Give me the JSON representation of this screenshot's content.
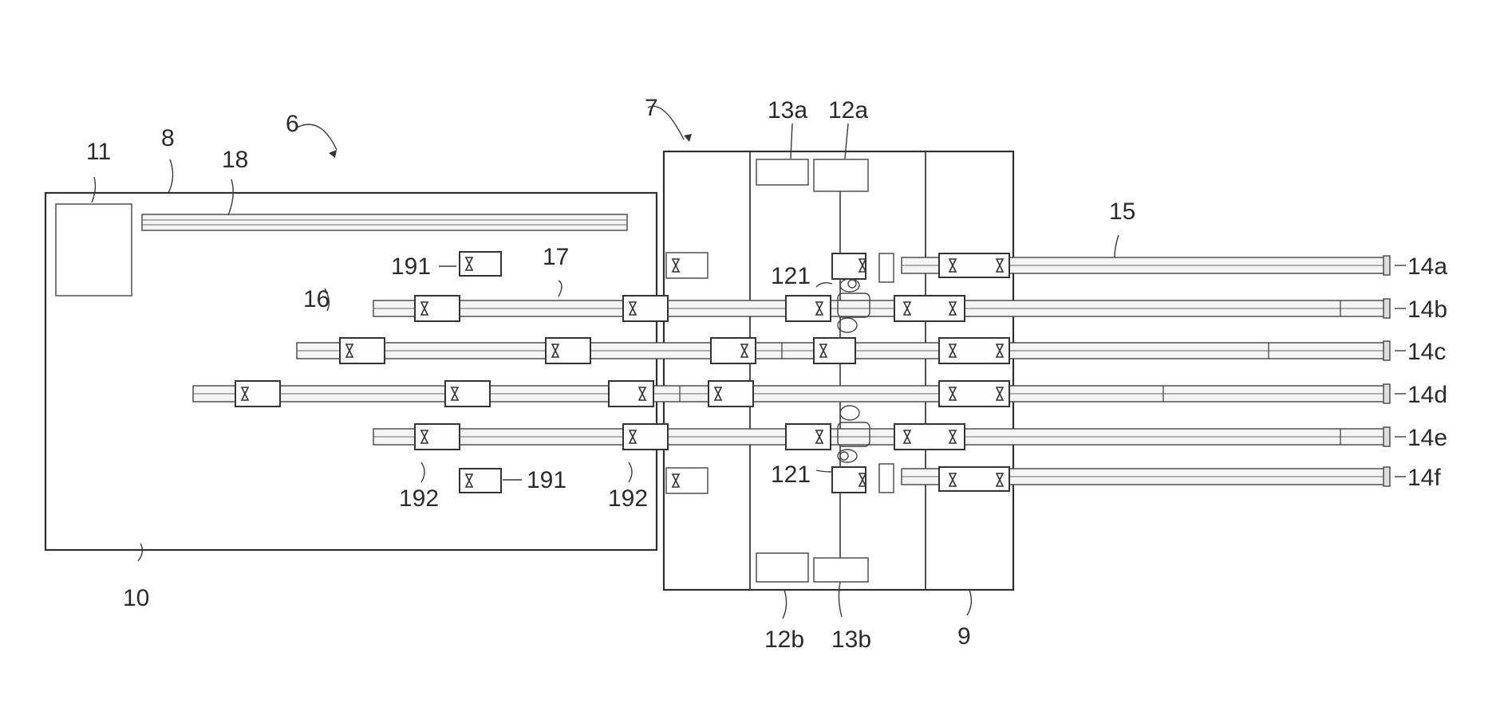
{
  "labels": {
    "l6": "6",
    "l7": "7",
    "l8": "8",
    "l9": "9",
    "l10": "10",
    "l11": "11",
    "l12a": "12a",
    "l12b": "12b",
    "l13a": "13a",
    "l13b": "13b",
    "l14a": "14a",
    "l14b": "14b",
    "l14c": "14c",
    "l14d": "14d",
    "l14e": "14e",
    "l14f": "14f",
    "l15": "15",
    "l16": "16",
    "l17": "17",
    "l18": "18",
    "l121_top": "121",
    "l121_bot": "121",
    "l191_top": "191",
    "l191_bot": "191",
    "l192_left": "192",
    "l192_right": "192"
  }
}
